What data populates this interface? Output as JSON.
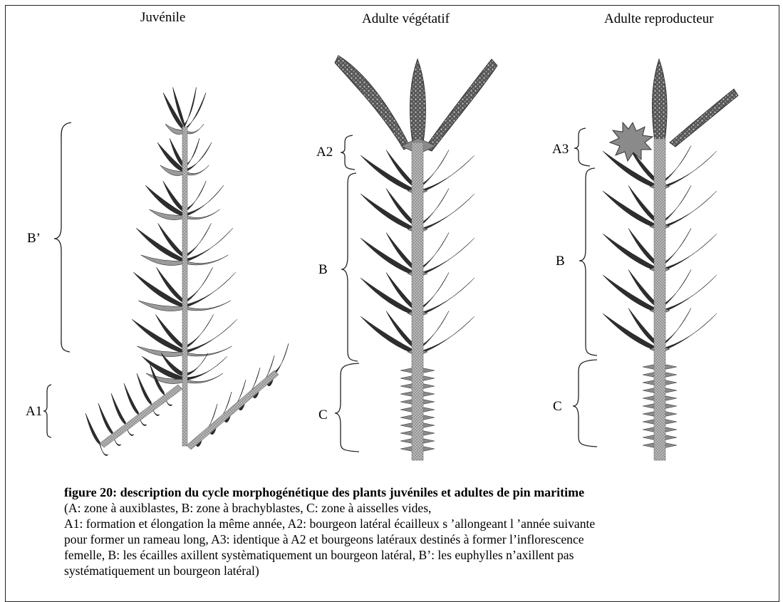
{
  "titles": {
    "juvenile": "Juvénile",
    "vegetative": "Adulte végétatif",
    "reproductive": "Adulte reproducteur"
  },
  "zone_labels": {
    "juvenile_b_prime": "B’",
    "juvenile_a1": "A1",
    "vegetative_a2": "A2",
    "vegetative_b": "B",
    "vegetative_c": "C",
    "reproductive_a3": "A3",
    "reproductive_b": "B",
    "reproductive_c": "C"
  },
  "caption": {
    "heading": "figure  20: description du cycle morphogénétique des plants juvéniles et adultes de pin maritime",
    "lines": [
      "(A: zone à auxiblastes, B:  zone à brachyblastes, C: zone à aisselles vides,",
      "A1: formation et élongation la même année,  A2: bourgeon latéral écailleux s ’allongeant l ’année suivante",
      "pour former un rameau long, A3: identique à A2 et bourgeons latéraux destinés à former l’inflorescence",
      "femelle, B: les écailles axillent systèmatiquement un bourgeon latéral, B’: les euphylles n’axillent pas",
      "systématiquement un bourgeon latéral)"
    ]
  },
  "colors": {
    "stem": "#a8a8a8",
    "needle": "#2e2e2e",
    "scale": "#8a8a8a",
    "line": "#222222"
  }
}
